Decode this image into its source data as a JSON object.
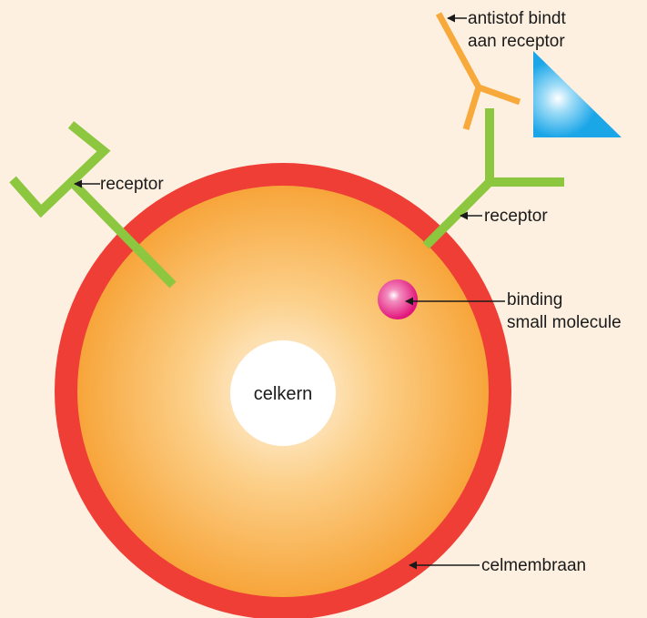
{
  "labels": {
    "receptor_left": "receptor",
    "receptor_right": "receptor",
    "antibody_line1": "antistof bindt",
    "antibody_line2": "aan receptor",
    "binding_line1": "binding",
    "binding_line2": "small molecule",
    "nucleus": "celkern",
    "membrane": "celmembraan"
  },
  "colors": {
    "background": "#fdf0e0",
    "membrane": "#ef3e36",
    "cytoplasm_center": "#fff6e8",
    "cytoplasm_edge": "#f7a53a",
    "nucleus": "#ffffff",
    "receptor": "#8dc63f",
    "antibody": "#f7a93c",
    "antigen": "#1ba6e8",
    "small_molecule": "#e2137a",
    "arrow": "#1a1a1a"
  },
  "icons": {
    "receptor": "y-shaped-receptor-icon",
    "antibody": "y-shaped-antibody-icon",
    "antigen": "triangle-antigen-icon",
    "small_molecule": "sphere-molecule-icon"
  }
}
